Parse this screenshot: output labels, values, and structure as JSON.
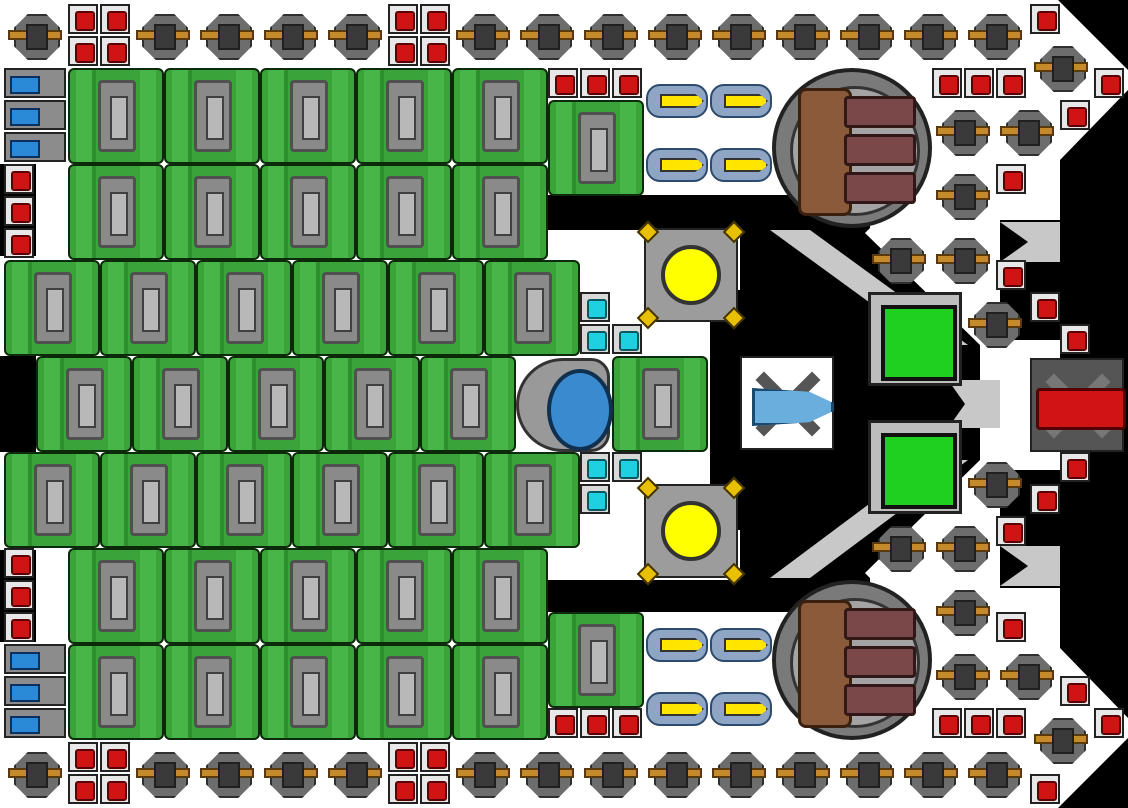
{
  "scene": {
    "name": "ship-blueprint-top-down",
    "colors": {
      "hull": "#ffffff",
      "hull_shade": "#c8c8c8",
      "background": "#000000",
      "tank_green": "#2e8f2e",
      "reactor_yellow": "#ffff00",
      "panel_green": "#1fd01f",
      "armor_red": "#d01414",
      "cyan": "#1fd0e0",
      "gun_orange": "#c78a2a"
    }
  },
  "modules": {
    "tank_grid": [
      "fuel-tank"
    ],
    "turrets": [
      "gun-turret"
    ],
    "armor": [
      "red-armor-block"
    ],
    "sensors": [
      "cyan-sensor-block"
    ],
    "thrusters": [
      "blue-thruster-block"
    ],
    "missiles": [
      "missile-pod"
    ],
    "reactors": [
      "reactor-core"
    ],
    "panels": [
      "green-screen-panel"
    ],
    "cannons": [
      "big-cannon-turret"
    ],
    "cockpit": [
      "bridge-dome"
    ],
    "engine": [
      "cyan-drill-engine"
    ],
    "front_weapon": [
      "red-front-gun"
    ]
  }
}
